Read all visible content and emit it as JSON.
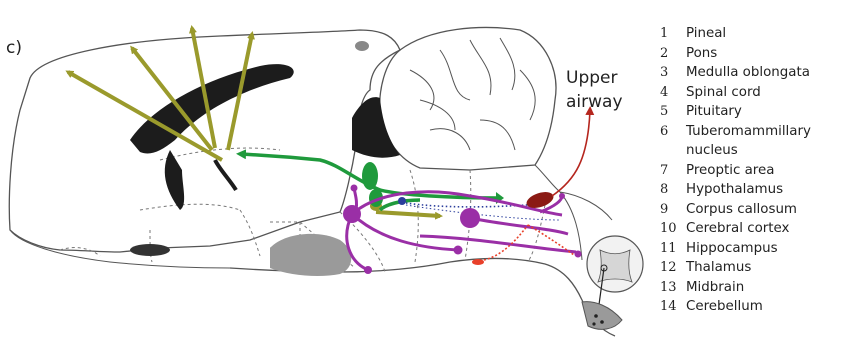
{
  "panel_label": "c)",
  "airway": {
    "line1": "Upper",
    "line2": "airway"
  },
  "legend": [
    {
      "num": "1",
      "label": "Pineal"
    },
    {
      "num": "2",
      "label": "Pons"
    },
    {
      "num": "3",
      "label": "Medulla oblongata"
    },
    {
      "num": "4",
      "label": "Spinal cord"
    },
    {
      "num": "5",
      "label": "Pituitary"
    },
    {
      "num": "6",
      "label": "Tuberomammillary nucleus"
    },
    {
      "num": "7",
      "label": "Preoptic area"
    },
    {
      "num": "8",
      "label": "Hypothalamus"
    },
    {
      "num": "9",
      "label": "Corpus callosum"
    },
    {
      "num": "10",
      "label": "Cerebral cortex"
    },
    {
      "num": "11",
      "label": "Hippocampus"
    },
    {
      "num": "12",
      "label": "Thalamus"
    },
    {
      "num": "13",
      "label": "Midbrain"
    },
    {
      "num": "14",
      "label": "Cerebellum"
    }
  ],
  "colors": {
    "olive": "#9a9a2c",
    "green": "#1f9a3c",
    "purple": "#9a2fa6",
    "red": "#b5261e",
    "orange": "#e8402a",
    "blue": "#2b3e9c",
    "outline": "#555555",
    "dark": "#1c1c1c"
  }
}
